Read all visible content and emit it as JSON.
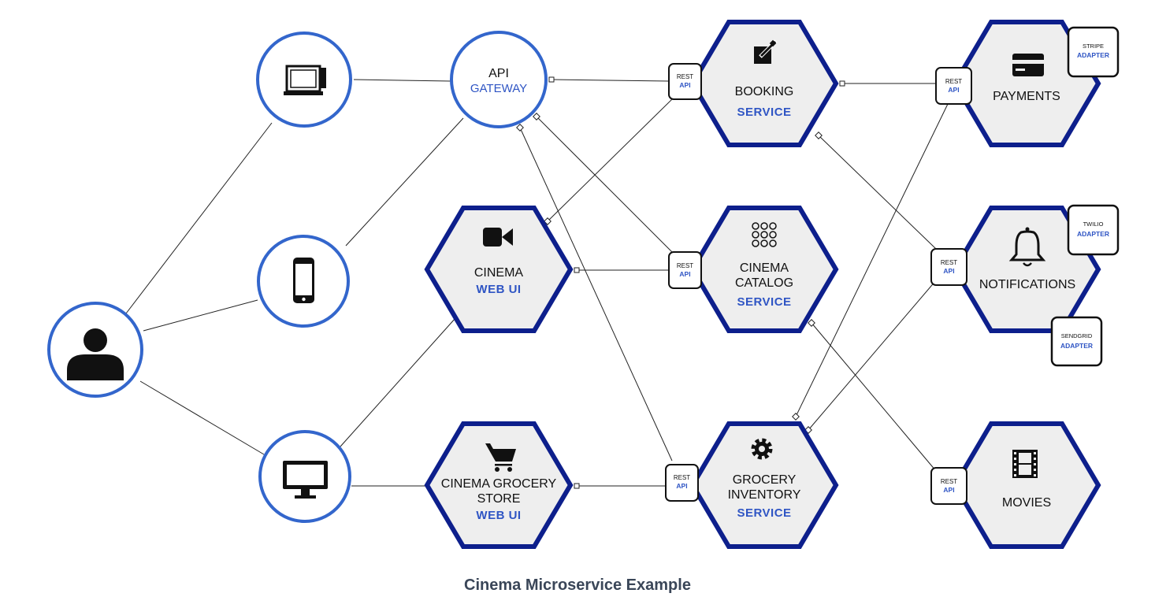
{
  "caption": "Cinema Microservice Example",
  "colors": {
    "hex_border": "#0d1f8c",
    "circle_border": "#3366cc",
    "hex_fill": "#eeeeee",
    "label_blue": "#2f55c4"
  },
  "clients": [
    {
      "id": "user",
      "icon": "user-icon"
    },
    {
      "id": "kiosk",
      "icon": "kiosk-icon"
    },
    {
      "id": "mobile",
      "icon": "mobile-phone-icon"
    },
    {
      "id": "desktop",
      "icon": "desktop-monitor-icon"
    }
  ],
  "gateway": {
    "line1": "API",
    "line2": "GATEWAY"
  },
  "web_ui": {
    "cinema": {
      "icon": "video-camera-icon",
      "line1": "CINEMA",
      "line2": "WEB UI"
    },
    "grocery": {
      "icon": "shopping-cart-icon",
      "line1": "CINEMA GROCERY",
      "line2": "STORE",
      "line3": "WEB UI"
    }
  },
  "services": {
    "booking": {
      "icon": "edit-icon",
      "line1": "BOOKING",
      "line2": "SERVICE"
    },
    "catalog": {
      "icon": "grid-dots-icon",
      "line1": "CINEMA",
      "line2": "CATALOG",
      "line3": "SERVICE"
    },
    "grocery_inventory": {
      "icon": "gear-icon",
      "line1": "GROCERY",
      "line2": "INVENTORY",
      "line3": "SERVICE"
    },
    "payments": {
      "icon": "credit-card-icon",
      "line1": "PAYMENTS"
    },
    "notifications": {
      "icon": "bell-icon",
      "line1": "NOTIFICATIONS"
    },
    "movies": {
      "icon": "film-strip-icon",
      "line1": "MOVIES"
    }
  },
  "rest_api": {
    "top": "REST",
    "bottom": "API"
  },
  "adapters": {
    "stripe": {
      "top": "STRIPE",
      "bottom": "ADAPTER"
    },
    "twilio": {
      "top": "TWILIO",
      "bottom": "ADAPTER"
    },
    "sendgrid": {
      "top": "SENDGRID",
      "bottom": "ADAPTER"
    }
  }
}
